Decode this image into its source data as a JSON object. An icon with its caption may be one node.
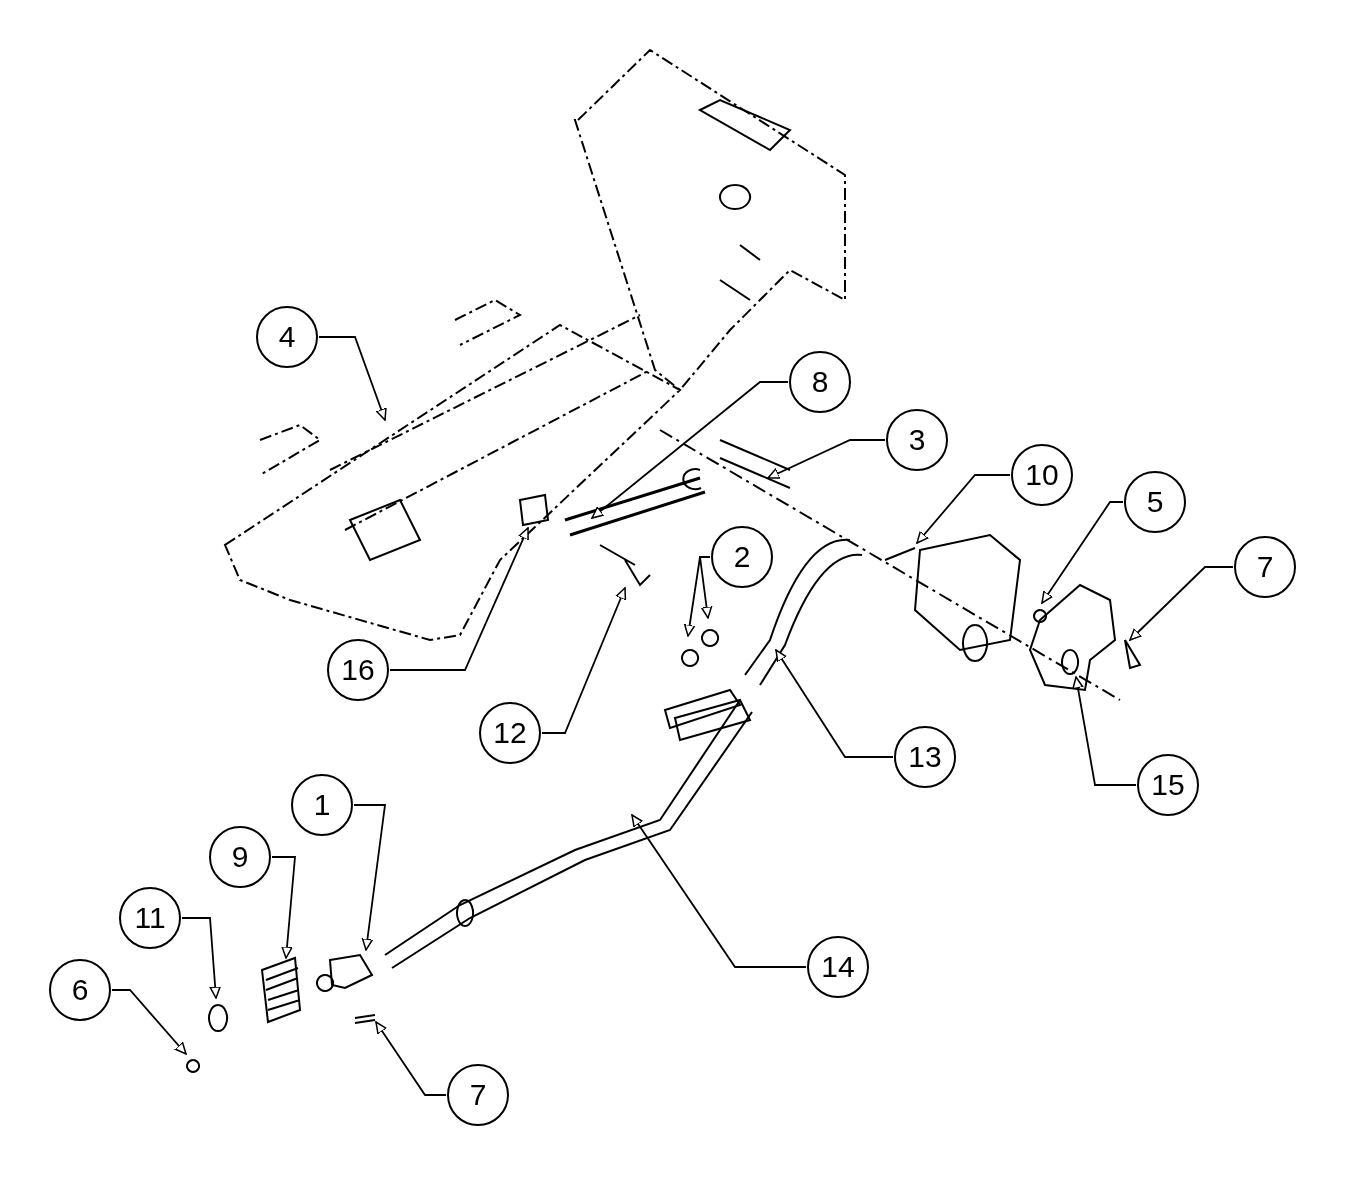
{
  "diagram": {
    "nodes": [
      {
        "text": [
          "4"
        ]
      },
      {
        "text": [
          "8"
        ]
      },
      {
        "text": [
          "3"
        ]
      },
      {
        "text": [
          "10"
        ]
      },
      {
        "text": [
          "5"
        ]
      },
      {
        "text": [
          "2"
        ]
      },
      {
        "text": [
          "7"
        ]
      },
      {
        "text": [
          "16"
        ]
      },
      {
        "text": [
          "12"
        ]
      },
      {
        "text": [
          "13"
        ]
      },
      {
        "text": [
          "15"
        ]
      },
      {
        "text": [
          "1"
        ]
      },
      {
        "text": [
          "9"
        ]
      },
      {
        "text": [
          "11"
        ]
      },
      {
        "text": [
          "14"
        ]
      },
      {
        "text": [
          "6"
        ]
      },
      {
        "text": [
          "7"
        ]
      }
    ],
    "edges": [
      {
        "from": 0,
        "to": null,
        "arrow": "to"
      },
      {
        "from": 1,
        "to": null,
        "arrow": "to"
      },
      {
        "from": 2,
        "to": null,
        "arrow": "to"
      },
      {
        "from": 3,
        "to": null,
        "arrow": "to"
      },
      {
        "from": 4,
        "to": null,
        "arrow": "to"
      },
      {
        "from": 5,
        "to": null,
        "arrow": "to"
      },
      {
        "from": 5,
        "to": null,
        "arrow": "to"
      },
      {
        "from": 6,
        "to": null,
        "arrow": "to"
      },
      {
        "from": 7,
        "to": null,
        "arrow": "to"
      },
      {
        "from": 8,
        "to": null,
        "arrow": "to"
      },
      {
        "from": 9,
        "to": null,
        "arrow": "to"
      },
      {
        "from": 10,
        "to": null,
        "arrow": "to"
      },
      {
        "from": 11,
        "to": null,
        "arrow": "to"
      },
      {
        "from": 12,
        "to": null,
        "arrow": "to"
      },
      {
        "from": 13,
        "to": null,
        "arrow": "to"
      },
      {
        "from": 14,
        "to": null,
        "arrow": "to"
      },
      {
        "from": 15,
        "to": null,
        "arrow": "to"
      },
      {
        "from": 16,
        "to": null,
        "arrow": "to"
      }
    ]
  }
}
